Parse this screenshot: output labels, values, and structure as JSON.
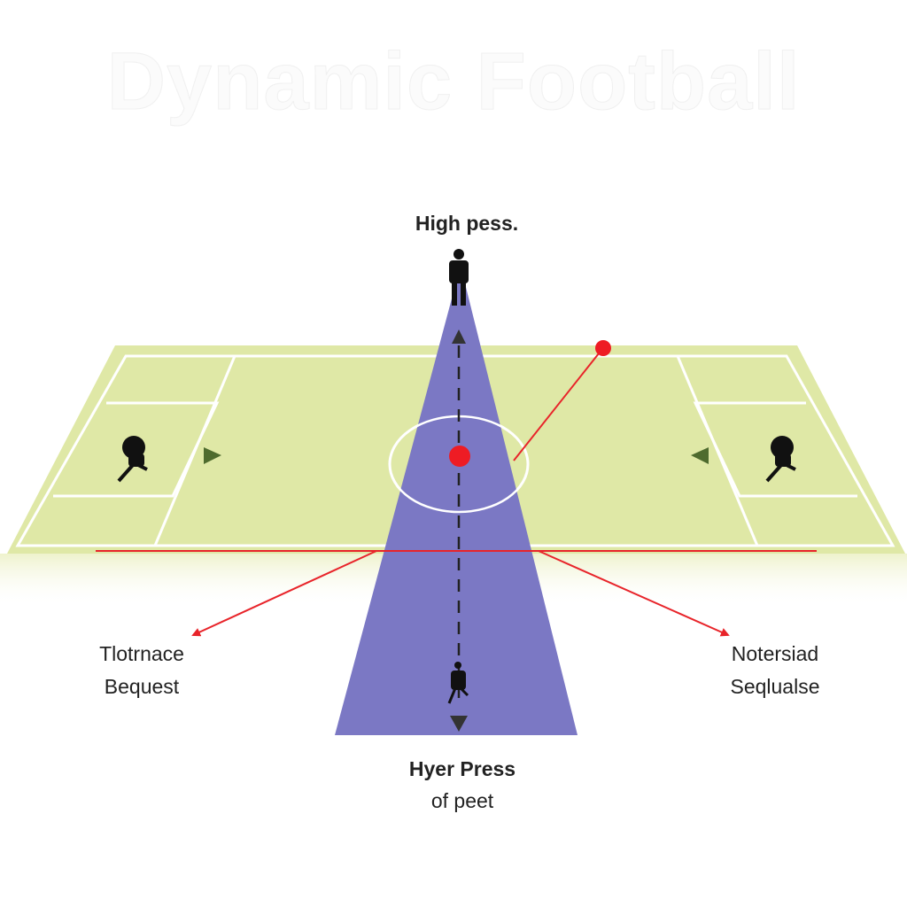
{
  "title": "Dynamic Football",
  "top_label": "High pess.",
  "left_label": {
    "line1": "Tlotrnace",
    "line2": "Bequest"
  },
  "right_label": {
    "line1": "Notersiad",
    "line2": "Seqlualse"
  },
  "bottom_label": {
    "line1": "Hyer Press",
    "line2": "of peet"
  },
  "colors": {
    "pitch": "#dfe8a6",
    "press_zone": "#7b78c4",
    "arrow": "#e8242a",
    "ball": "#ee1c24",
    "lines": "#ffffff"
  }
}
